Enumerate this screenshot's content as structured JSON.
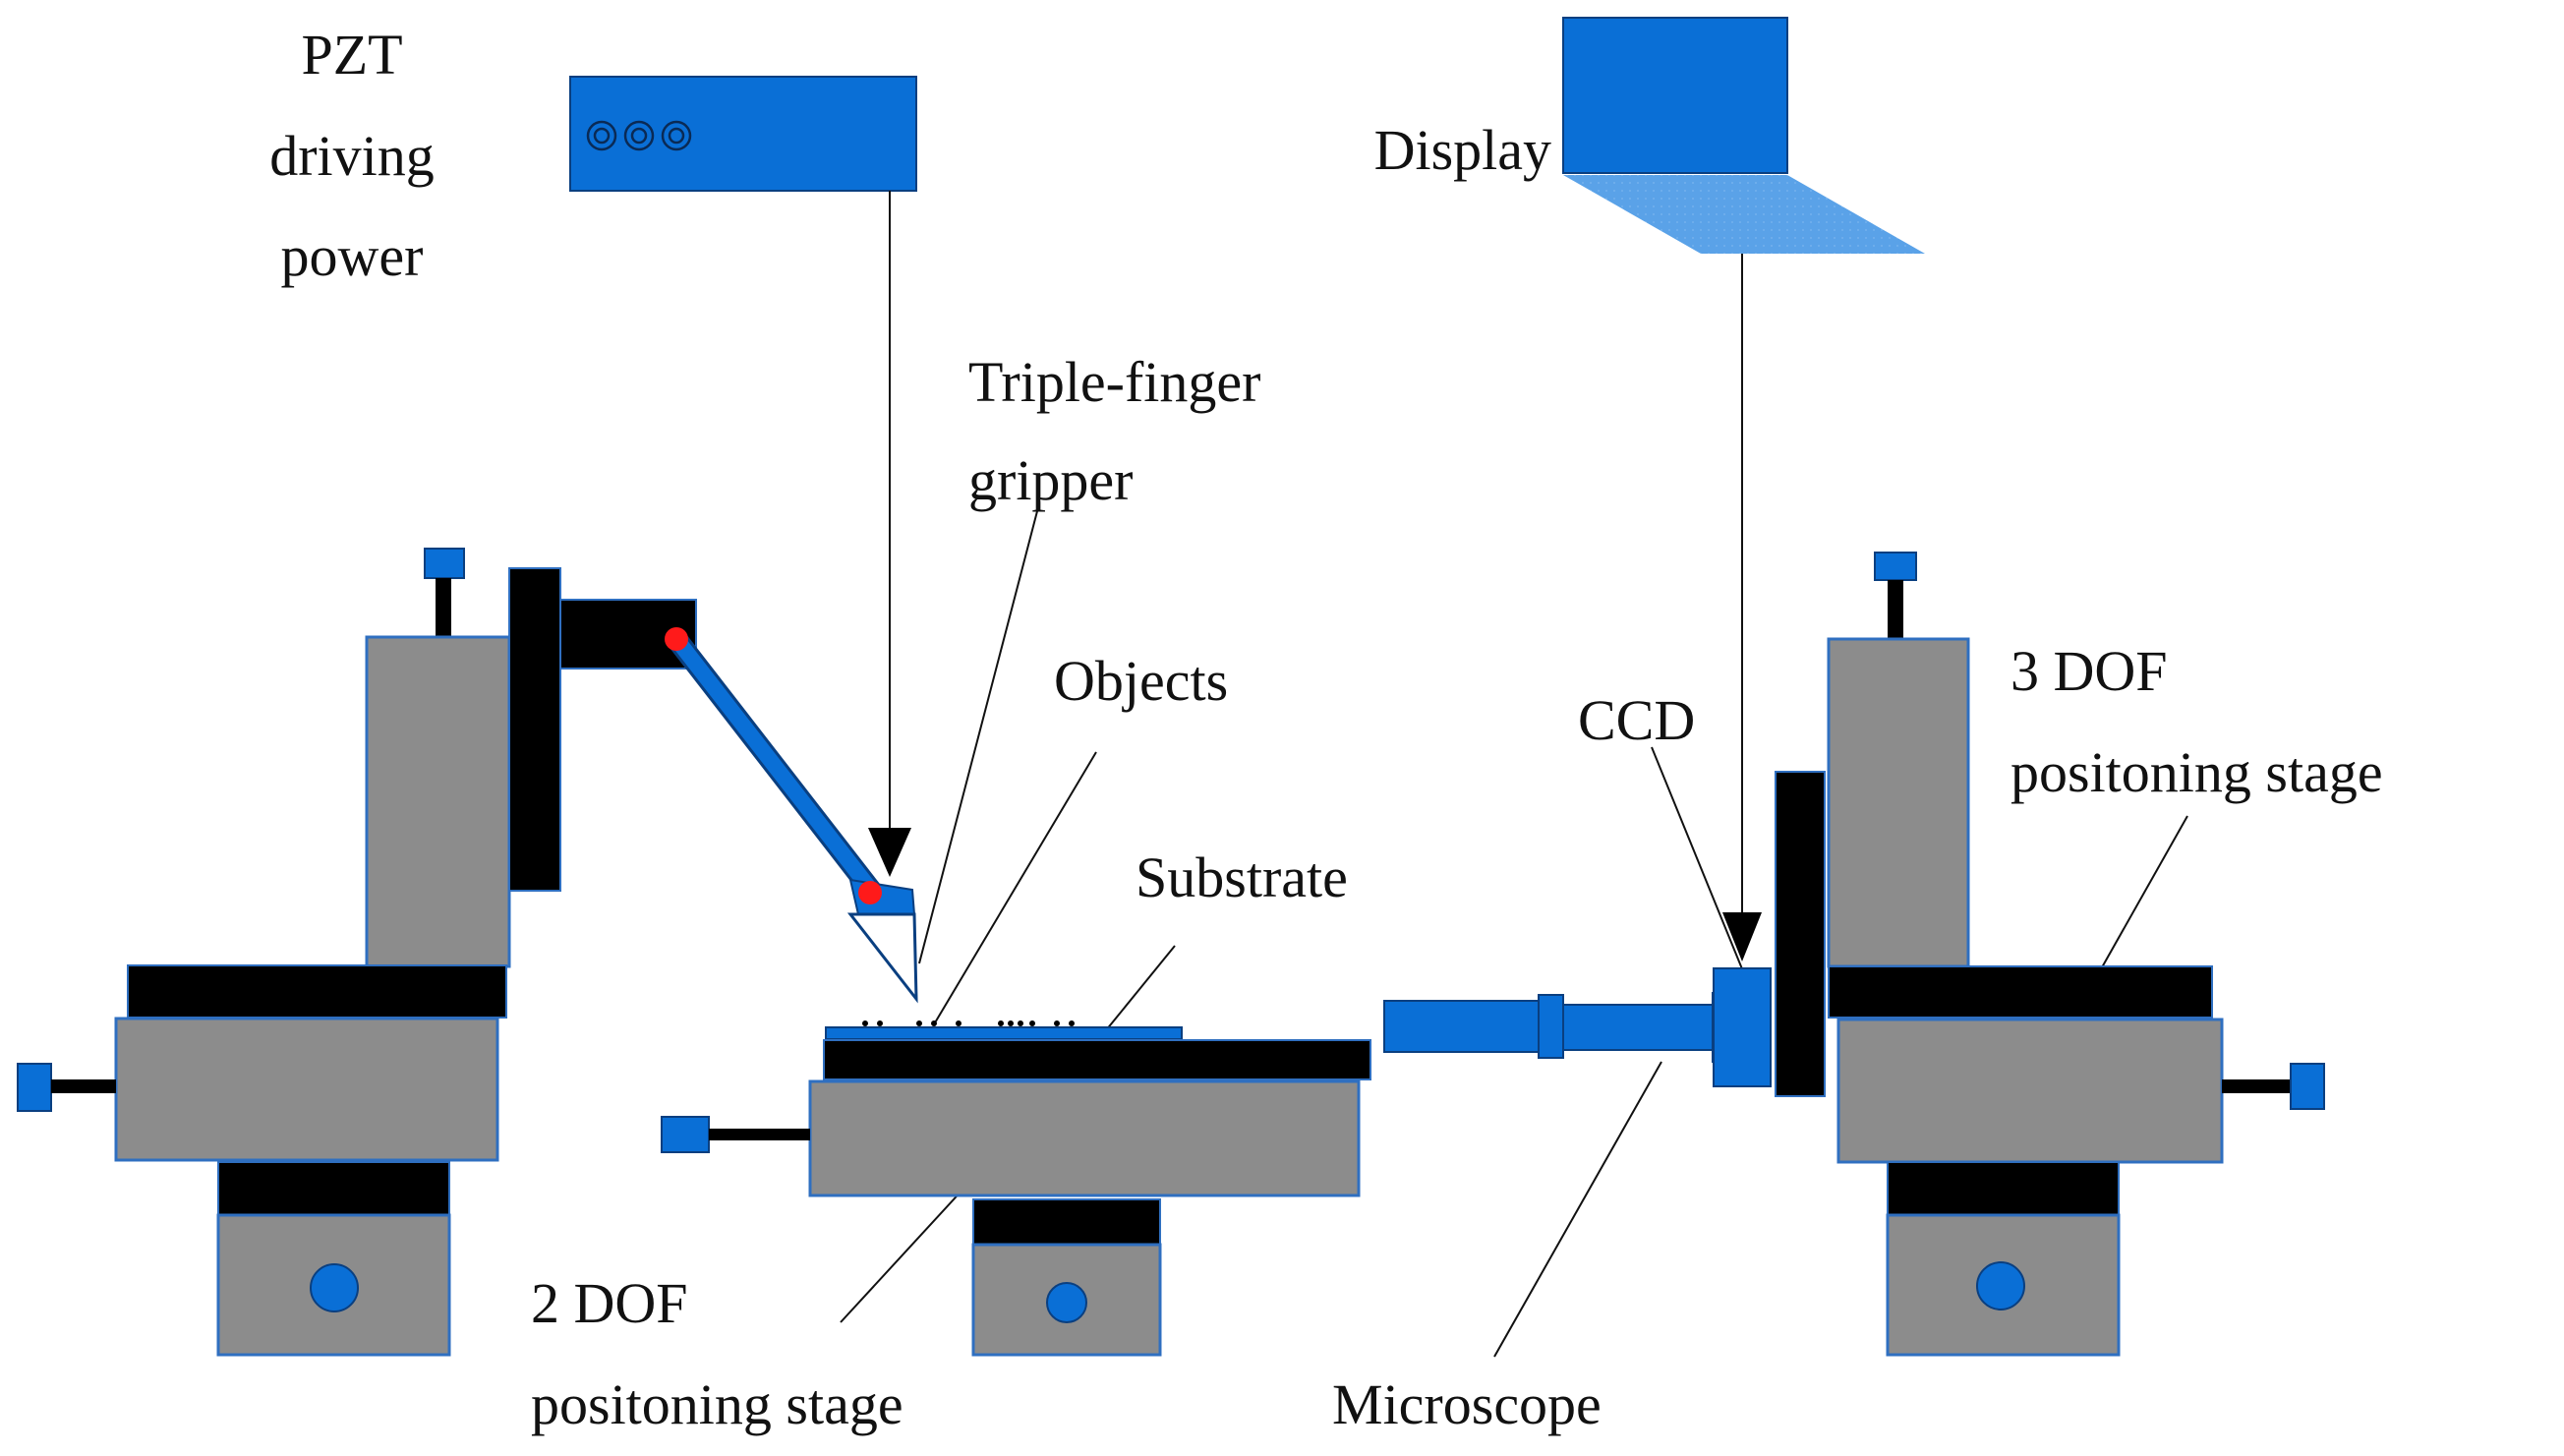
{
  "labels": {
    "pzt_line1": "PZT",
    "pzt_line2": "driving",
    "pzt_line3": "power",
    "display": "Display",
    "gripper_line1": "Triple-finger",
    "gripper_line2": "gripper",
    "objects": "Objects",
    "substrate": "Substrate",
    "ccd": "CCD",
    "stage3_line1": "3 DOF",
    "stage3_line2": "positoning stage",
    "stage2_line1": "2 DOF",
    "stage2_line2": "positoning stage",
    "microscope": "Microscope"
  },
  "colors": {
    "equipment_blue": "#0a6fd6",
    "stage_gray": "#8c8c8c",
    "clamp_black": "#000000",
    "contact_red": "#ff1a1a",
    "screen_light_blue": "#5aa2e8"
  }
}
